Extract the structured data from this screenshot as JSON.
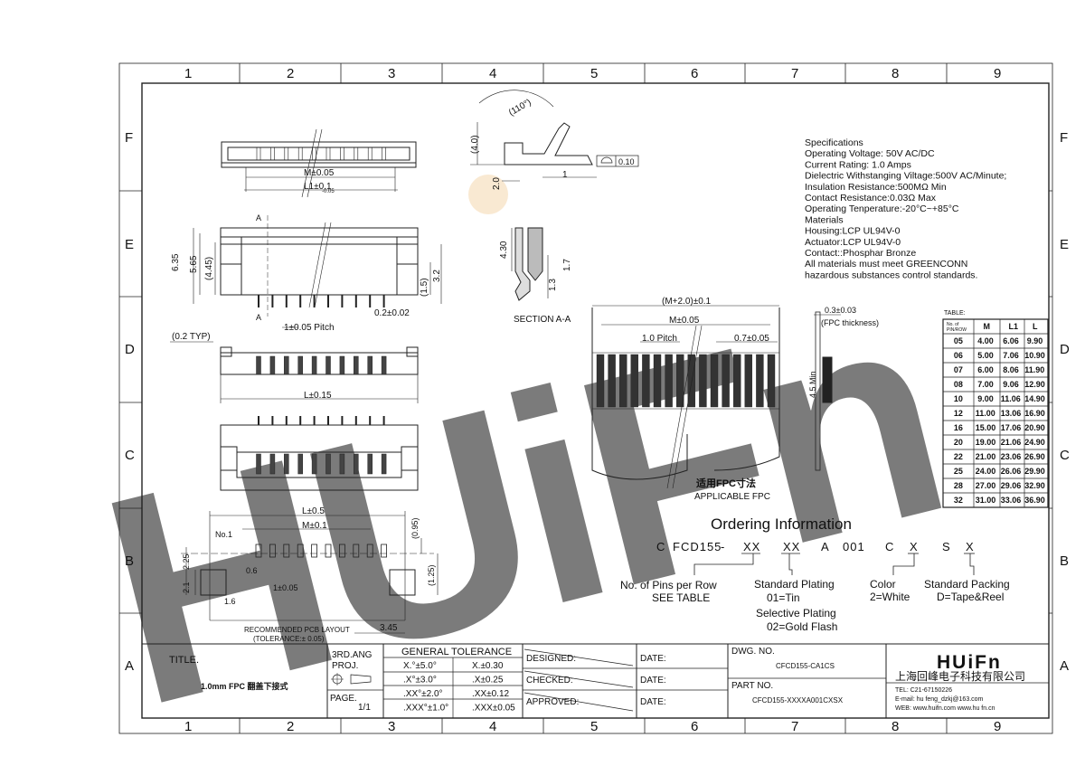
{
  "frame": {
    "columns": [
      "1",
      "2",
      "3",
      "4",
      "5",
      "6",
      "7",
      "8",
      "9"
    ],
    "rows": [
      "F",
      "E",
      "D",
      "C",
      "B",
      "A"
    ]
  },
  "watermark": {
    "text": "HUiFn"
  },
  "top_view": {
    "dim_m": "M±0.05",
    "dim_l1": "L1±0.1",
    "dim_l1_tol": "-0.05"
  },
  "front_view": {
    "h_635": "6.35",
    "h_565": "5.65",
    "h_445": "(4.45)",
    "h_15": "(1.5)",
    "h_32": "3.2",
    "pitch": "1±0.05 Pitch",
    "d_02": "0.2±0.02",
    "label_a1": "A",
    "label_a2": "A"
  },
  "side_view": {
    "angle": "(110°)",
    "h_40": "(4.0)",
    "h_20": "2.0",
    "w_1": "1",
    "flatness": "0.10"
  },
  "section": {
    "h_430": "4.30",
    "h_17": "1.7",
    "h_13": "1.3",
    "label": "SECTION A-A"
  },
  "bottom_view": {
    "typ": "(0.2 TYP)",
    "dim_l": "L±0.15"
  },
  "pcb_layout": {
    "dim_l": "L±0.5",
    "dim_m": "M±0.1",
    "no1": "No.1",
    "d_225": "2.25",
    "d_21": "2.1",
    "d_06": "0.6",
    "d_16": "1.6",
    "d_1": "1±0.05",
    "d_095": "(0.95)",
    "d_125": "(1.25)",
    "d_345": "3.45",
    "caption": "RECOMMENDED PCB LAYOUT",
    "tolerance": "(TOLERANCE:± 0.05)"
  },
  "fpc": {
    "width_total": "(M+2.0)±0.1",
    "width_m": "M±0.05",
    "pitch": "1.0 Pitch",
    "lead_w": "0.7±0.05",
    "thickness": "0.3±0.03",
    "thickness_label": "(FPC thickness)",
    "min_len": "4.5 Min",
    "title_cn": "适用FPC寸法",
    "title_en": "APPLICABLE FPC"
  },
  "specs": {
    "lines": [
      "Specifications",
      "Operating Voltage: 50V AC/DC",
      "Current Rating: 1.0 Amps",
      "Dielectric Withstanging Viltage:500V AC/Minute;",
      "Insulation Resistance:500MΩ Min",
      "Contact Resistance:0.03Ω Max",
      "Operating Tenperature:-20°C~+85°C",
      "Materials",
      "Housing:LCP UL94V-0",
      "Actuator:LCP UL94V-0",
      "Contact::Phosphar Bronze",
      "All materials must meet GREENCONN",
      "hazardous substances control standards."
    ]
  },
  "table": {
    "title": "TABLE:",
    "headers": [
      "No. of PIN/ROW",
      "M",
      "L1",
      "L"
    ],
    "rows": [
      [
        "05",
        "4.00",
        "6.06",
        "9.90"
      ],
      [
        "06",
        "5.00",
        "7.06",
        "10.90"
      ],
      [
        "07",
        "6.00",
        "8.06",
        "11.90"
      ],
      [
        "08",
        "7.00",
        "9.06",
        "12.90"
      ],
      [
        "10",
        "9.00",
        "11.06",
        "14.90"
      ],
      [
        "12",
        "11.00",
        "13.06",
        "16.90"
      ],
      [
        "16",
        "15.00",
        "17.06",
        "20.90"
      ],
      [
        "20",
        "19.00",
        "21.06",
        "24.90"
      ],
      [
        "22",
        "21.00",
        "23.06",
        "26.90"
      ],
      [
        "25",
        "24.00",
        "26.06",
        "29.90"
      ],
      [
        "28",
        "27.00",
        "29.06",
        "32.90"
      ],
      [
        "32",
        "31.00",
        "33.06",
        "36.90"
      ]
    ]
  },
  "ordering": {
    "title": "Ordering Information",
    "code": [
      "C",
      "FCD155",
      "-",
      "XX",
      "XX",
      "A",
      "001",
      "C",
      "X",
      "S",
      "X"
    ],
    "pins_label": "No. of Pins per Row",
    "pins_sub": "SEE TABLE",
    "plating_label": "Standard Plating",
    "plating_sub": "01=Tin",
    "selective": "Selective Plating",
    "selective_sub": "02=Gold Flash",
    "color_label": "Color",
    "color_sub": "2=White",
    "packing_label": "Standard Packing",
    "packing_sub": "D=Tape&Reel"
  },
  "title_block": {
    "title_label": "TITLE.",
    "title_value": "1.0mm FPC 翻盖下接式",
    "proj_label": "3RD.ANG",
    "proj_label2": "PROJ.",
    "page_label": "PAGE.",
    "page_value": "1/1",
    "tol_title": "GENERAL TOLERANCE",
    "tol_rows": [
      [
        "X.°±5.0°",
        "X.±0.30"
      ],
      [
        ".X°±3.0°",
        ".X±0.25"
      ],
      [
        ".XX°±2.0°",
        ".XX±0.12"
      ],
      [
        ".XXX°±1.0°",
        ".XXX±0.05"
      ]
    ],
    "designed": "DESIGNED:",
    "checked": "CHECKED:",
    "approved": "APPROVED:",
    "date": "DATE:",
    "dwg_label": "DWG. NO.",
    "dwg_value": "CFCD155-CA1CS",
    "part_label": "PART NO.",
    "part_value": "CFCD155-XXXXA001CXSX",
    "company_logo": "HUiFn",
    "company_cn": "上海回峰电子科技有限公司",
    "tel": "TEL: C21-67150226",
    "email": "E-mail: hu feng_dzkj@163.com",
    "web": "WEB: www.huifn.com  www.hu fn.cn"
  }
}
